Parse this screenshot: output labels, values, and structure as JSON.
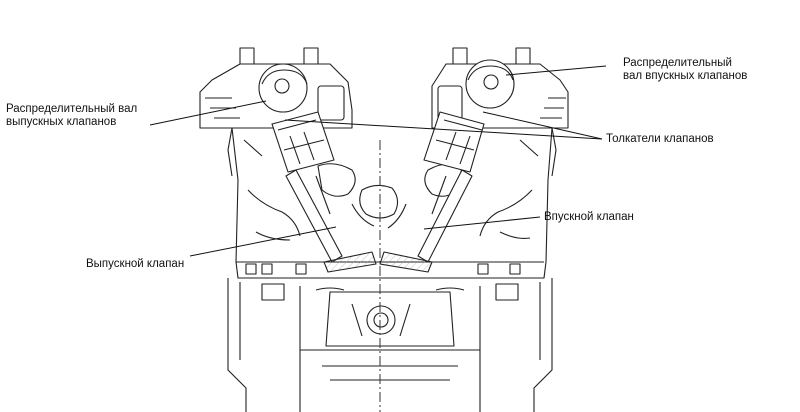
{
  "labels": {
    "exhaust_camshaft": {
      "line1": "Распределительный вал",
      "line2": "выпускных клапанов"
    },
    "intake_camshaft": {
      "line1": "Распределительный",
      "line2": "вал впускных клапанов"
    },
    "valve_lifters": "Толкатели клапанов",
    "intake_valve": "Впускной клапан",
    "exhaust_valve": "Выпускной клапан"
  }
}
